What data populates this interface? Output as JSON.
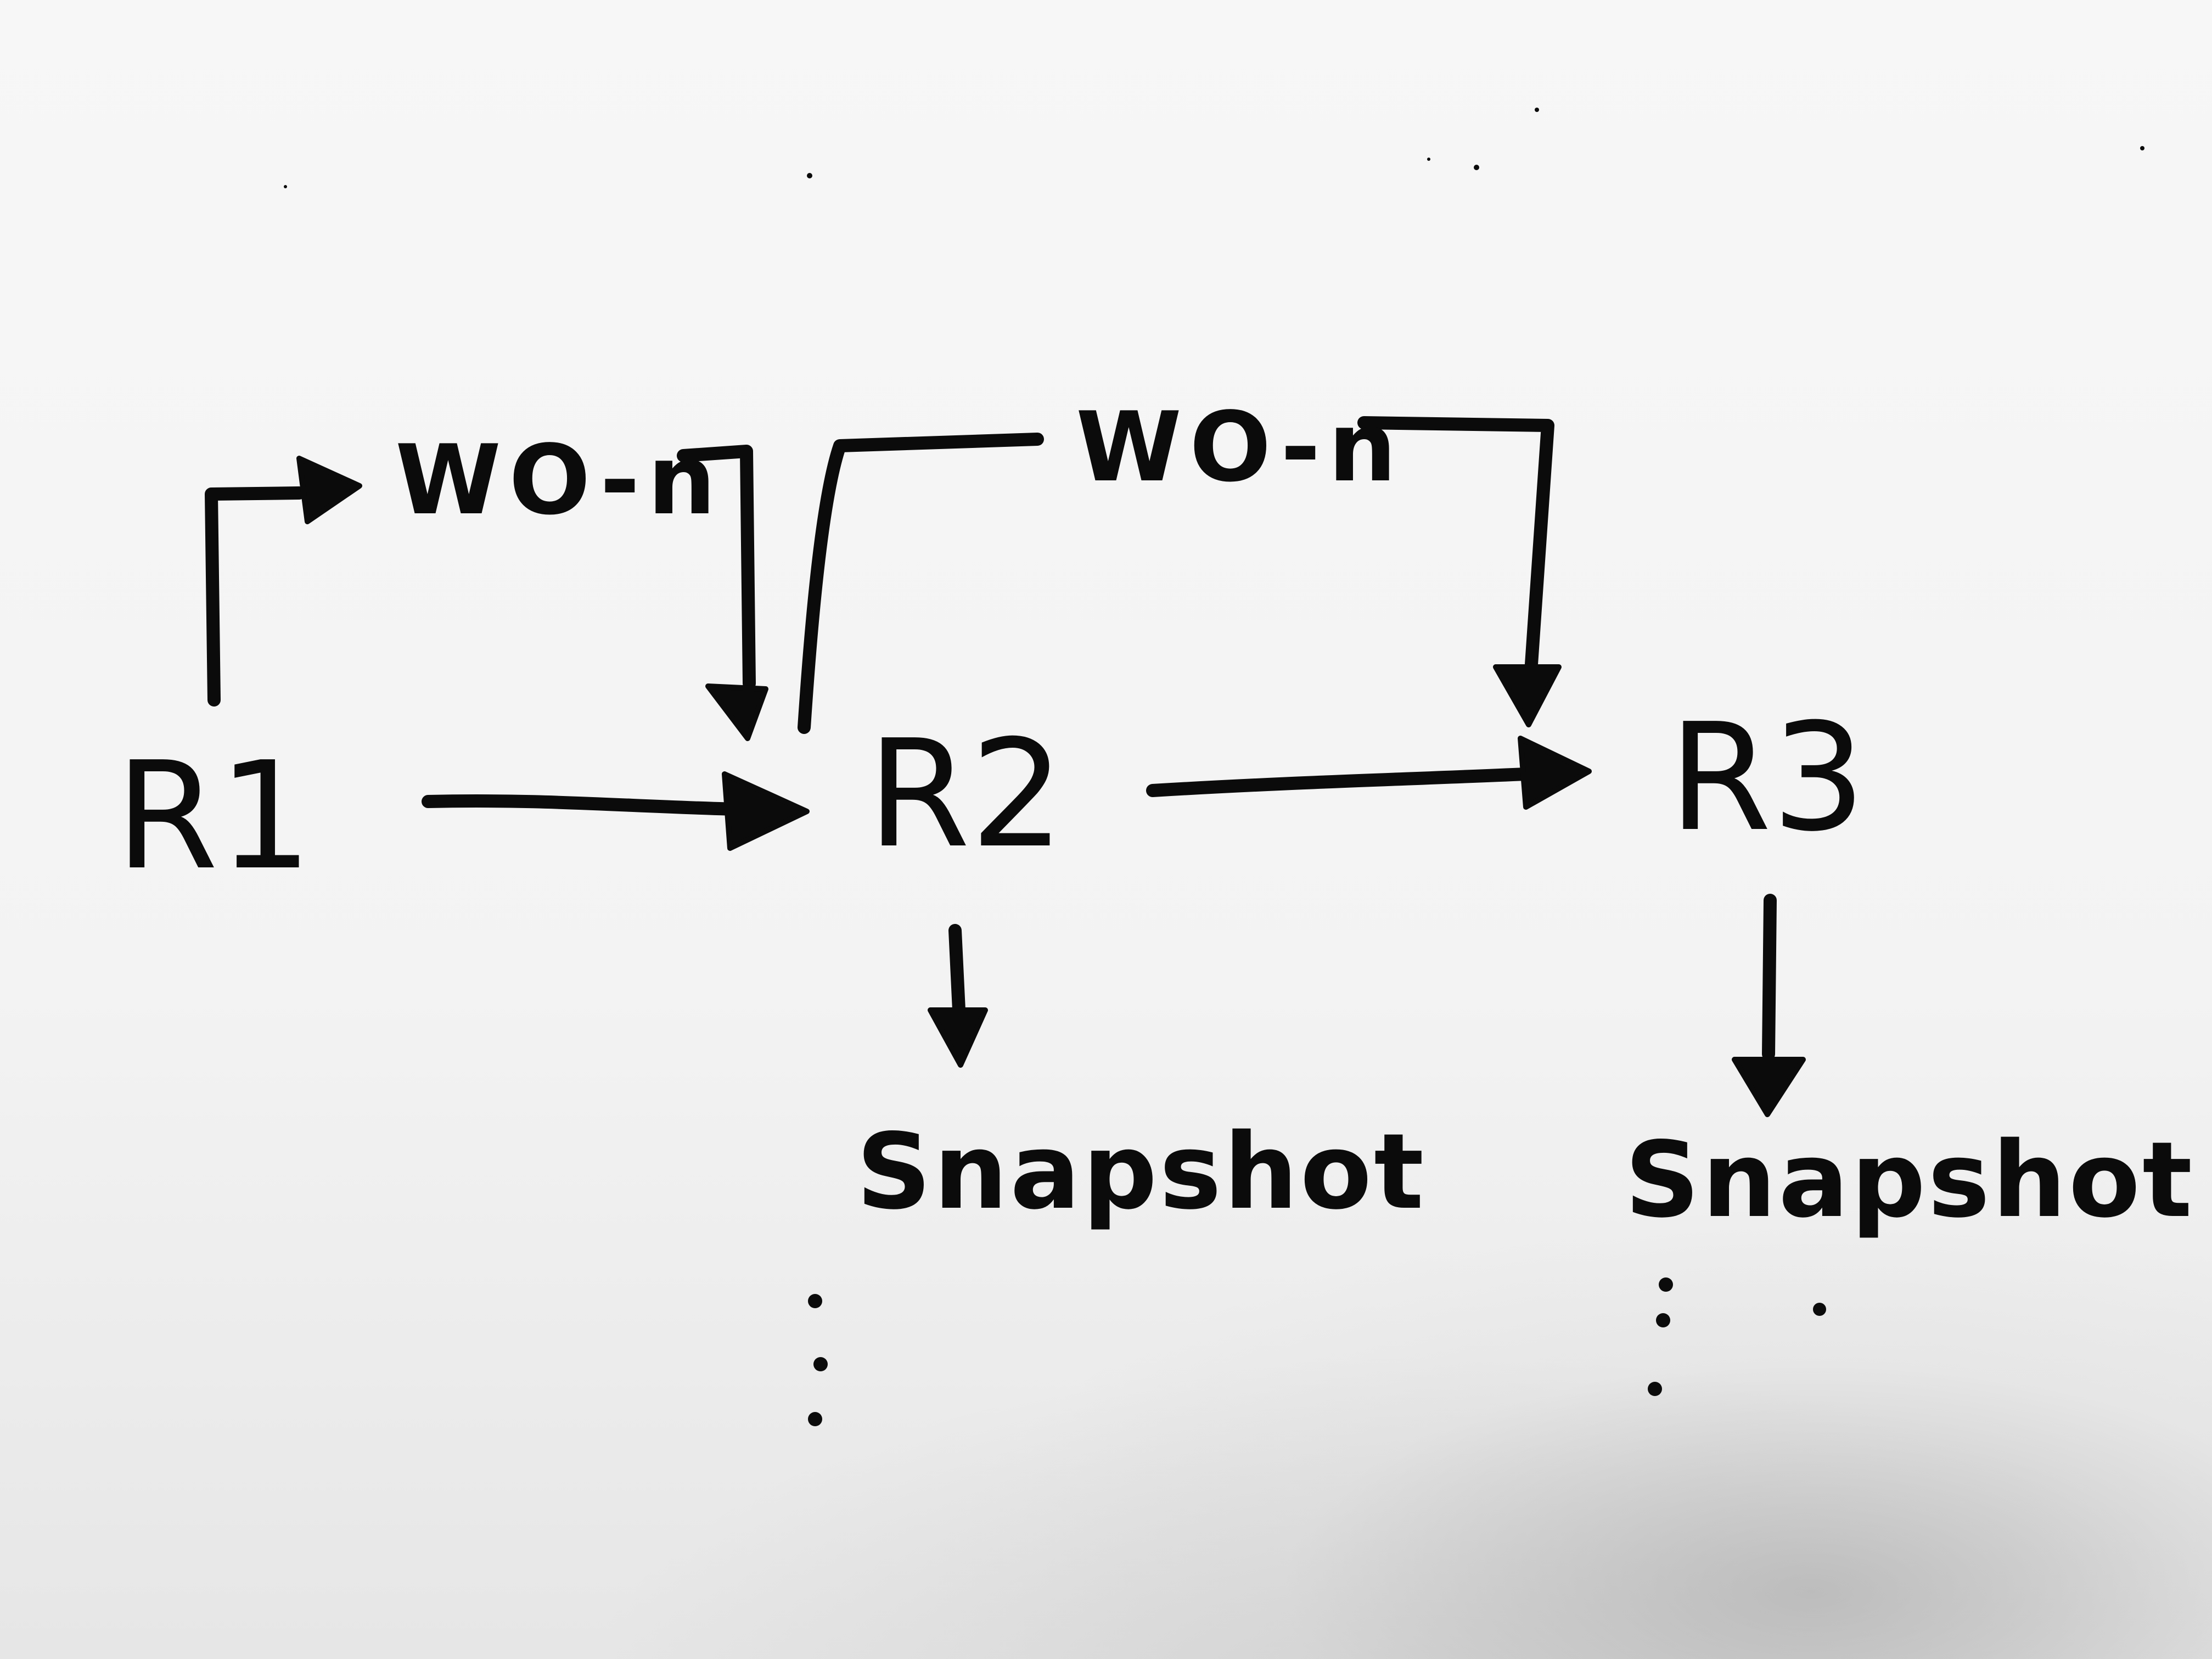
{
  "diagram": {
    "nodes": [
      {
        "id": "R1",
        "label": "R1"
      },
      {
        "id": "R2",
        "label": "R2"
      },
      {
        "id": "R3",
        "label": "R3"
      }
    ],
    "edges": [
      {
        "from": "R1",
        "to": "R2",
        "label": ""
      },
      {
        "from": "R2",
        "to": "R3",
        "label": ""
      },
      {
        "from": "R1",
        "to": "R2",
        "label": "WO-n"
      },
      {
        "from": "R2",
        "to": "R3",
        "label": "WO-n"
      },
      {
        "from": "R2",
        "to": "Snapshot",
        "label": ""
      },
      {
        "from": "R3",
        "to": "Snapshot",
        "label": ""
      }
    ],
    "labels": {
      "r1": "R1",
      "r2": "R2",
      "r3": "R3",
      "wo_left": "WO-n",
      "wo_right": "WO-n",
      "snapshot_r2": "Snapshot",
      "snapshot_r3": "Snapshot"
    },
    "continuation": "vertical ellipsis under each snapshot"
  }
}
